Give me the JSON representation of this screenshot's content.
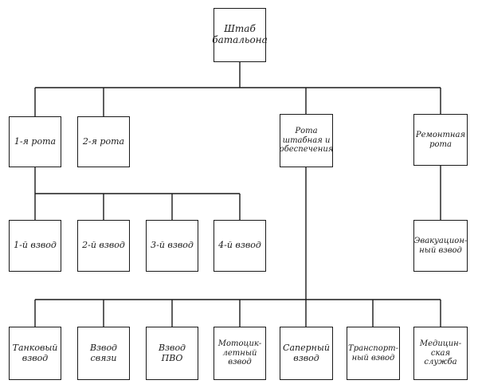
{
  "nodes": {
    "hq": "Штаб\nбатальона",
    "company1": "1-я рота",
    "company2": "2-я рота",
    "hq_company": "Рота\nштабная и\nобеспечения",
    "repair_company": "Ремонтная\nрота",
    "platoon1": "1-й взвод",
    "platoon2": "2-й взвод",
    "platoon3": "3-й взвод",
    "platoon4": "4-й взвод",
    "evac_platoon": "Эвакуацион-\nный взвод",
    "tank_platoon": "Танковый\nвзвод",
    "signal_platoon": "Взвод\nсвязи",
    "aa_platoon": "Взвод ПВО",
    "moto_platoon": "Мотоцик-\nлетный взвод",
    "sapper_platoon": "Саперный\nвзвод",
    "transport_platoon": "Транспорт-\nный взвод",
    "medical_service": "Медицин-\nская служба"
  }
}
